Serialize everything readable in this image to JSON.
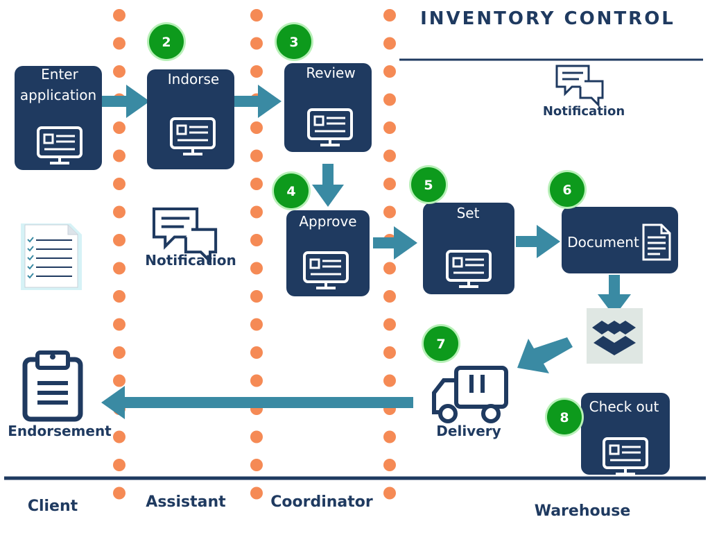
{
  "title": "INVENTORY CONTROL",
  "colors": {
    "navy": "#1f3a60",
    "teal_arrow": "#3a8aa3",
    "dot_orange": "#f58a55",
    "step_green": "#0d9a1c",
    "step_ring": "#b8f0b8"
  },
  "lanes": {
    "client": "Client",
    "assistant": "Assistant",
    "coordinator": "Coordinator",
    "warehouse": "Warehouse"
  },
  "steps": {
    "enter": {
      "label_line1": "Enter",
      "label_line2": "application"
    },
    "indorse": {
      "num": "2",
      "label": "Indorse"
    },
    "review": {
      "num": "3",
      "label": "Review"
    },
    "approve": {
      "num": "4",
      "label": "Approve"
    },
    "set": {
      "num": "5",
      "label": "Set"
    },
    "document": {
      "num": "6",
      "label": "Document"
    },
    "delivery": {
      "num": "7",
      "label": "Delivery"
    },
    "checkout": {
      "num": "8",
      "label": "Check out"
    }
  },
  "notifications": {
    "assistant": "Notification",
    "warehouse": "Notification"
  },
  "endorsement": "Endorsement",
  "icons": {
    "monitor": "monitor-icon",
    "chat": "chat-bubbles-icon",
    "checklist": "checklist-document-icon",
    "clipboard": "clipboard-icon",
    "truck": "delivery-truck-icon",
    "box": "dropbox-box-icon",
    "doc": "document-icon"
  }
}
